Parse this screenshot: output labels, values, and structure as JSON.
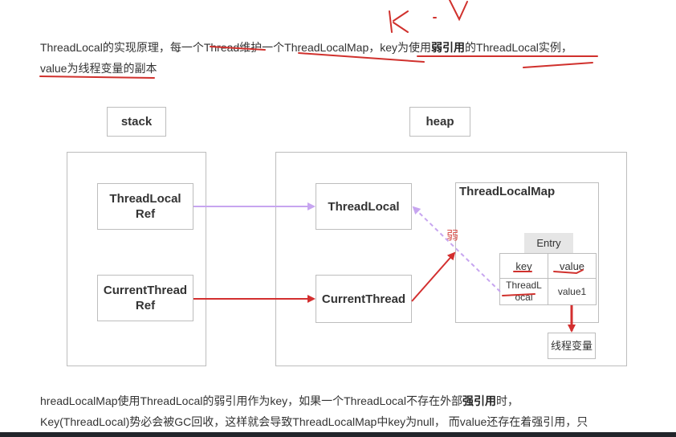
{
  "intro": {
    "line1": {
      "t1": "ThreadLocal的实现原理，每一个Thread维护一个ThreadLocalMap，key为使用",
      "bold": "弱引用",
      "t2": "的ThreadLocal实例，"
    },
    "line2": "value为线程变量的副本"
  },
  "diagram": {
    "stack_label": "stack",
    "heap_label": "heap",
    "threadlocal_ref": [
      "ThreadLocal",
      "Ref"
    ],
    "currentthread_ref": [
      "CurrentThread",
      "Ref"
    ],
    "threadlocal": "ThreadLocal",
    "currentthread": "CurrentThread",
    "threadlocalmap": "ThreadLocalMap",
    "entry": "Entry",
    "key_header": "key",
    "value_header": "value",
    "key_cell": [
      "ThreadL",
      "ocal"
    ],
    "value_cell": "value1",
    "thread_var": "线程变量",
    "weak_label": "弱"
  },
  "outro": {
    "line1": {
      "t1": "hreadLocalMap使用ThreadLocal的弱引用作为key，如果一个ThreadLocal不存在外部",
      "bold": "强引用",
      "t2": "时，"
    },
    "line2": "Key(ThreadLocal)势必会被GC回收，这样就会导致ThreadLocalMap中key为null， 而value还存在着强引用，只"
  },
  "colors": {
    "purple_arrow": "#c7a5f0",
    "red_arrow": "#d32f2f",
    "ink": "#d0312d",
    "entry_bg": "#e6e6e6"
  }
}
